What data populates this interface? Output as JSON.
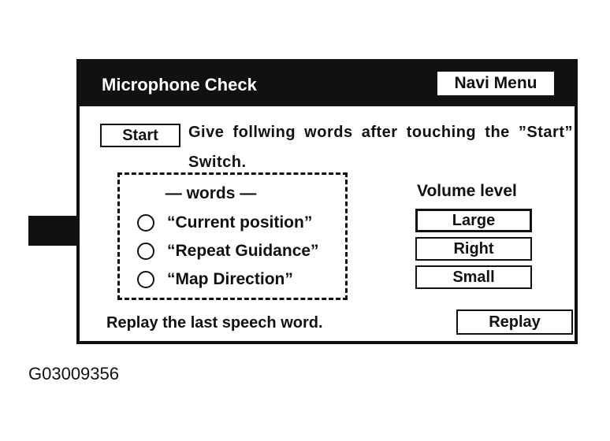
{
  "screen": {
    "title": "Microphone Check",
    "navi_menu_label": "Navi Menu",
    "start_label": "Start",
    "instruction": "Give follwing words after touching the ”Start” Switch.",
    "words": {
      "header": "— words —",
      "items": [
        {
          "label": "“Current position”"
        },
        {
          "label": "“Repeat Guidance”"
        },
        {
          "label": "“Map Direction”"
        }
      ]
    },
    "volume": {
      "label": "Volume level",
      "options": [
        {
          "label": "Large"
        },
        {
          "label": "Right"
        },
        {
          "label": "Small"
        }
      ]
    },
    "replay_text": "Replay the last speech word.",
    "replay_label": "Replay"
  },
  "figure_id": "G03009356",
  "colors": {
    "ink": "#111111",
    "background": "#ffffff"
  },
  "icons": {
    "pointer": "arrow-right-icon",
    "word_marker": "circle-outline-icon"
  }
}
